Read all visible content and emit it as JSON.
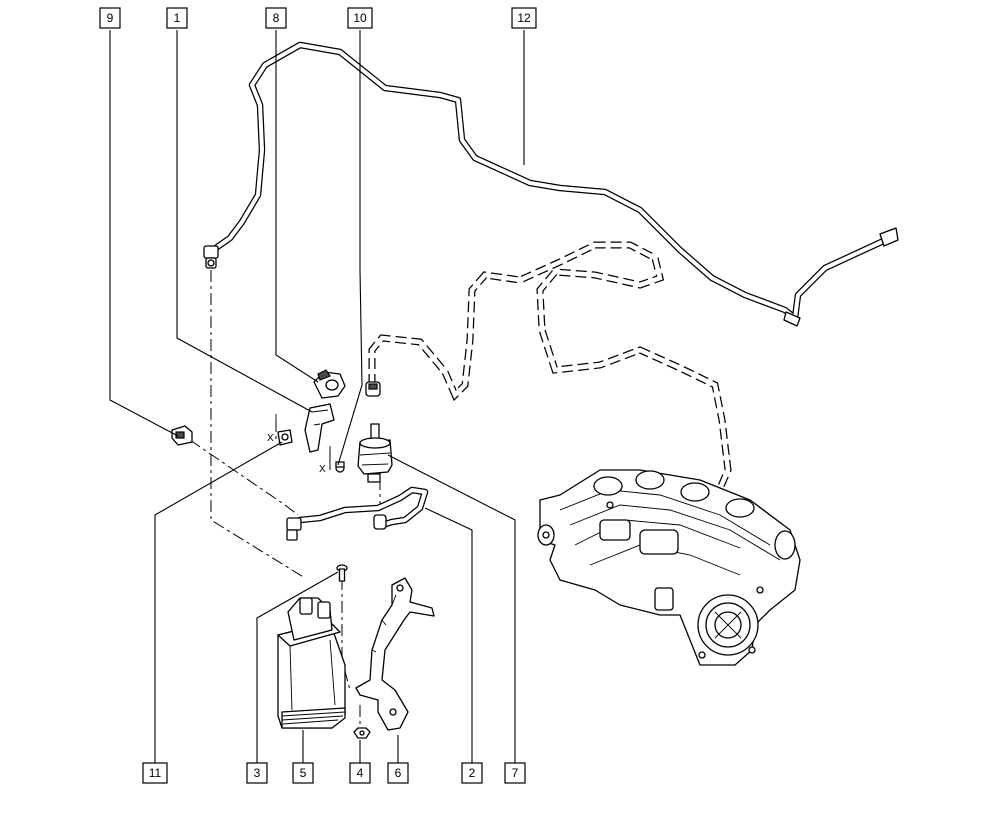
{
  "callouts": [
    {
      "id": "9",
      "label": "9"
    },
    {
      "id": "1",
      "label": "1"
    },
    {
      "id": "8",
      "label": "8"
    },
    {
      "id": "10",
      "label": "10"
    },
    {
      "id": "12",
      "label": "12"
    },
    {
      "id": "11",
      "label": "11"
    },
    {
      "id": "3",
      "label": "3"
    },
    {
      "id": "5",
      "label": "5"
    },
    {
      "id": "4",
      "label": "4"
    },
    {
      "id": "6",
      "label": "6"
    },
    {
      "id": "2",
      "label": "2"
    },
    {
      "id": "7",
      "label": "7"
    }
  ],
  "marks": {
    "x_mark_a": "X",
    "x_mark_b": "X"
  },
  "colors": {
    "line": "#000000",
    "background": "#ffffff"
  }
}
